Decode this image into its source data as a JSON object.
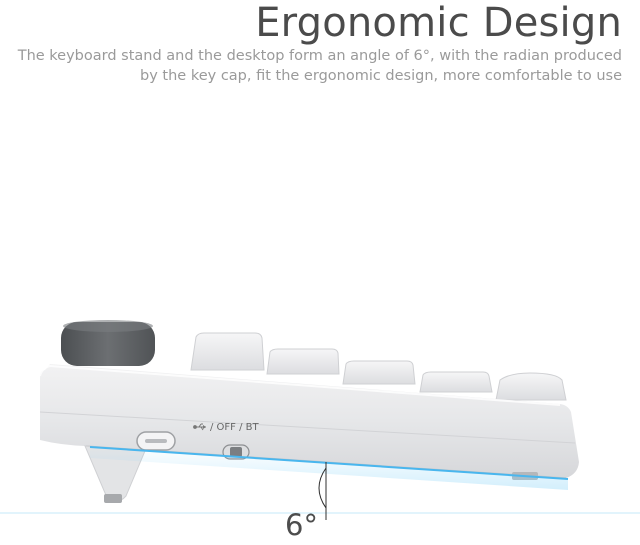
{
  "header": {
    "title": "Ergonomic Design",
    "description": "The keyboard stand and the desktop form an angle of 6°, with the radian produced by the key cap, fit the ergonomic design, more comfortable to use"
  },
  "keyboard": {
    "switch_label": "/ OFF / BT",
    "usb_icon": "usb-icon",
    "colors": {
      "body": "#e9eaec",
      "keycap": "#eeeeef",
      "knob": "#5d6063",
      "accent_line": "#49b6ee"
    }
  },
  "angle": {
    "label": "6°",
    "degrees": 6
  }
}
